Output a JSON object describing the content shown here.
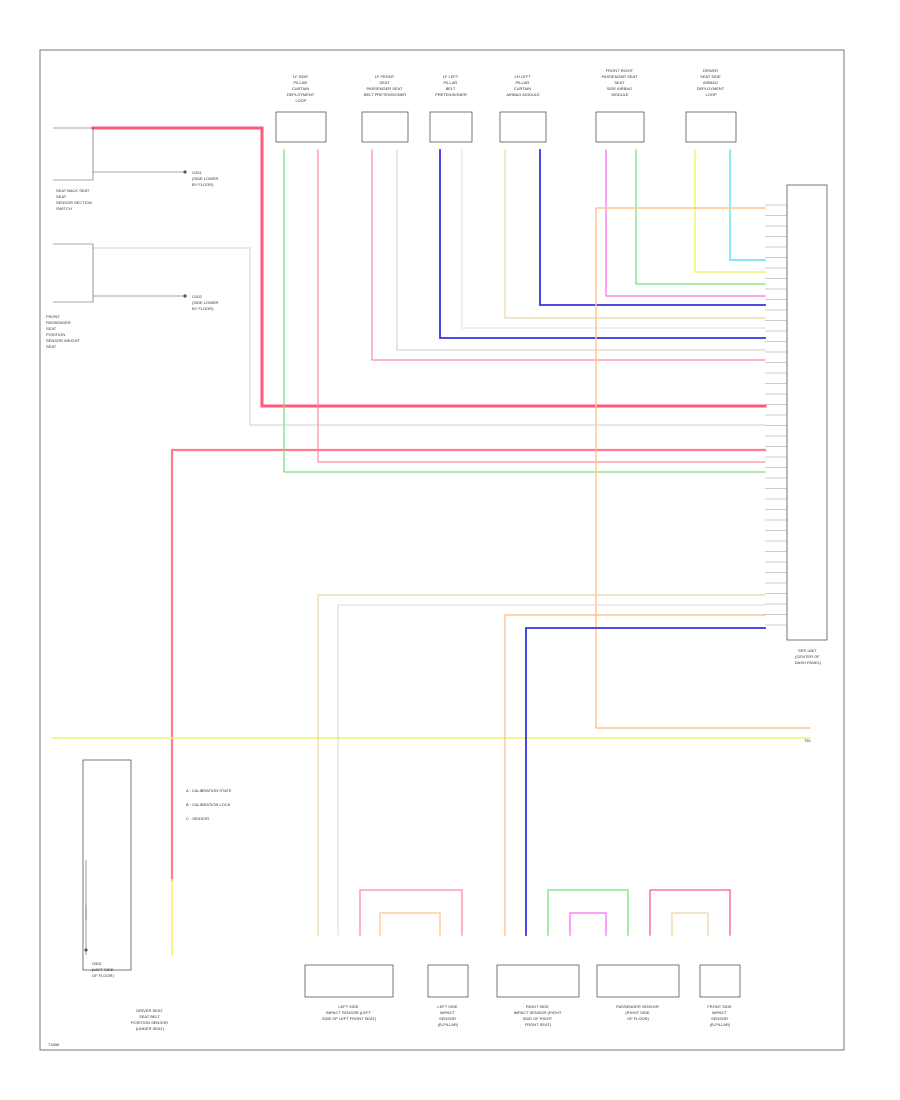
{
  "diagram": {
    "colors": {
      "red": "#ff5a7a",
      "pink": "#ff9aa8",
      "green": "#7be07b",
      "lime": "#a8e67a",
      "blue": "#3434e0",
      "orange": "#ffc38f",
      "yellow": "#f3f36a",
      "cyan": "#5ee0e8",
      "magenta": "#ff6cf2",
      "tan": "#e8d8a0",
      "gray": "#c8c8c8",
      "frame": "#555555"
    },
    "left_components": [
      {
        "id": "seat-switch-upper",
        "label_lines": [
          "SEAT BACK SEAT",
          "SEAT",
          "SENSOR SECTION",
          "SWITCH"
        ]
      },
      {
        "id": "seat-switch-lower",
        "label_lines": [
          "FRONT",
          "PASSENGER",
          "SEAT",
          "POSITION",
          "SENSOR WEIGHT",
          "SEAT"
        ]
      }
    ],
    "left_connectors": [
      {
        "id": "g-upper",
        "label_lines": [
          "G301",
          "(SIDE LOWER",
          "BY FLOOR)"
        ]
      },
      {
        "id": "g-lower",
        "label_lines": [
          "G302",
          "(SIDE LOWER",
          "BY FLOOR)"
        ]
      }
    ],
    "top_sensors": [
      {
        "id": "sensor-1",
        "label_lines": [
          "LF SIDE",
          "PILLAR",
          "CURTAIN",
          "DEPLOYMENT",
          "LOOP"
        ]
      },
      {
        "id": "sensor-2",
        "label_lines": [
          "LF FRONT",
          "SEAT",
          "PASSENGER SEAT",
          "BELT PRETENSIONER"
        ]
      },
      {
        "id": "sensor-3",
        "label_lines": [
          "LF LEFT",
          "PILLAR",
          "BELT",
          "PRETENSIONER"
        ]
      },
      {
        "id": "sensor-4",
        "label_lines": [
          "LH LEFT",
          "PILLAR",
          "CURTAIN",
          "AIRBAG MODULE"
        ]
      },
      {
        "id": "sensor-5",
        "label_lines": [
          "FRONT RIGHT",
          "PASSENGER SEAT",
          "SEAT",
          "SIDE AIRBAG",
          "MODULE"
        ]
      },
      {
        "id": "sensor-6",
        "label_lines": [
          "DRIVER",
          "SEAT SIDE",
          "AIRBAG",
          "DEPLOYMENT",
          "LOOP"
        ]
      }
    ],
    "control_unit": {
      "label_lines": [
        "SRS UNIT",
        "(CENTER OF",
        "DASH PANEL)"
      ]
    },
    "ground_bar_label": "TEL",
    "bottom_left_module": {
      "label_lines": [
        "DRIVER SEAT",
        "SEAT BELT",
        "POSITION SENSOR",
        "(UNDER SEAT)"
      ],
      "ground_label_lines": [
        "G501",
        "(LEFT SIDE",
        "OF FLOOR)"
      ]
    },
    "legend": [
      "A  : CALIBRATION STATE",
      "B  : CALIBRATION LOCK",
      "C  : SENSOR"
    ],
    "bottom_sensors": [
      {
        "id": "bsensor-1",
        "label_lines": [
          "LEFT SIDE",
          "IMPACT SENSOR (LEFT",
          "SIDE OF LEFT FRONT SEAT)"
        ]
      },
      {
        "id": "bsensor-2",
        "label_lines": [
          "LEFT SIDE",
          "IMPACT",
          "SENSOR",
          "(B-PILLAR)"
        ]
      },
      {
        "id": "bsensor-3",
        "label_lines": [
          "RIGHT SIDE",
          "IMPACT SENSOR (RIGHT",
          "SIDE OF RIGHT",
          "FRONT SEAT)"
        ]
      },
      {
        "id": "bsensor-4",
        "label_lines": [
          "PASSENGER SENSOR",
          "(RIGHT SIDE",
          "OF FLOOR)"
        ]
      },
      {
        "id": "bsensor-5",
        "label_lines": [
          "FRONT SIDE",
          "IMPACT",
          "SENSOR",
          "(B-PILLAR)"
        ]
      }
    ],
    "footer_code": "T4356"
  }
}
